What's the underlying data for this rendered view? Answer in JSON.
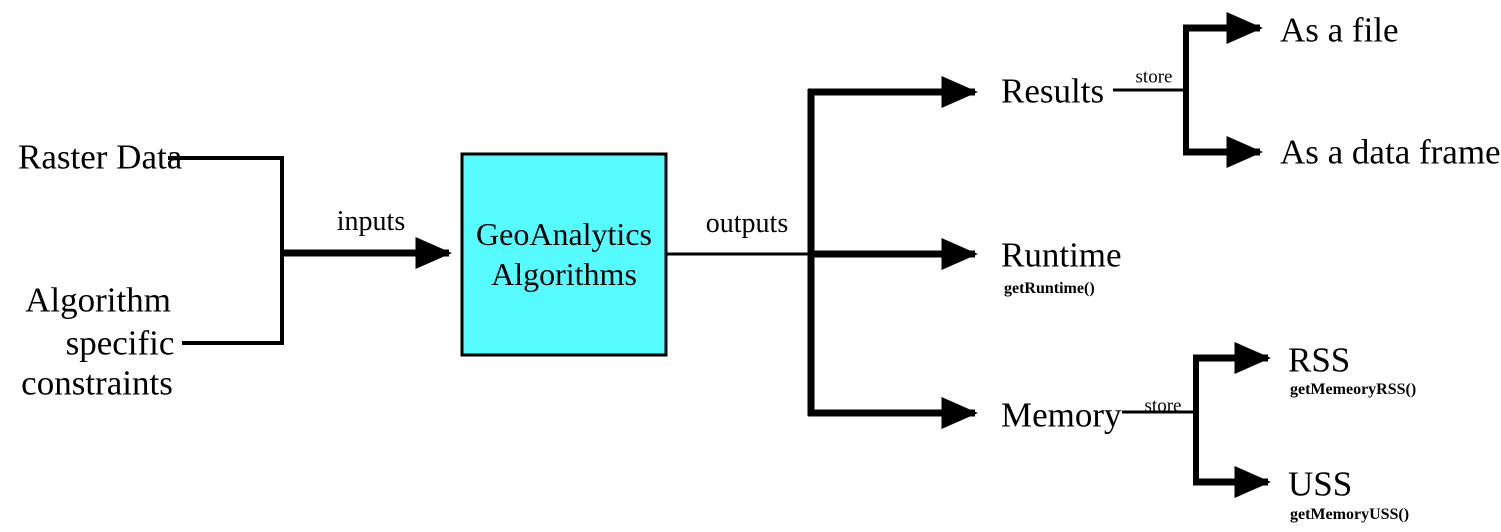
{
  "diagram": {
    "title": "GeoAnalytics Algorithms workflow",
    "colors": {
      "process_fill": "#55FBFF",
      "stroke": "#000000",
      "background": "#FFFFFF"
    },
    "inputs": {
      "raster": "Raster Data",
      "constraints_line1": "Algorithm",
      "constraints_line2": "specific",
      "constraints_line3": "constraints",
      "edge_label": "inputs"
    },
    "process": {
      "line1": "GeoAnalytics",
      "line2": "Algorithms",
      "edge_label": "outputs"
    },
    "outputs": {
      "results": {
        "label": "Results",
        "store_label": "store",
        "children": [
          {
            "label": "As a file",
            "api": ""
          },
          {
            "label": "As a data frame",
            "api": ""
          }
        ]
      },
      "runtime": {
        "label": "Runtime",
        "api": "getRuntime()"
      },
      "memory": {
        "label": "Memory",
        "store_label": "store",
        "children": [
          {
            "label": "RSS",
            "api": "getMemeoryRSS()"
          },
          {
            "label": "USS",
            "api": "getMemoryUSS()"
          }
        ]
      }
    }
  }
}
